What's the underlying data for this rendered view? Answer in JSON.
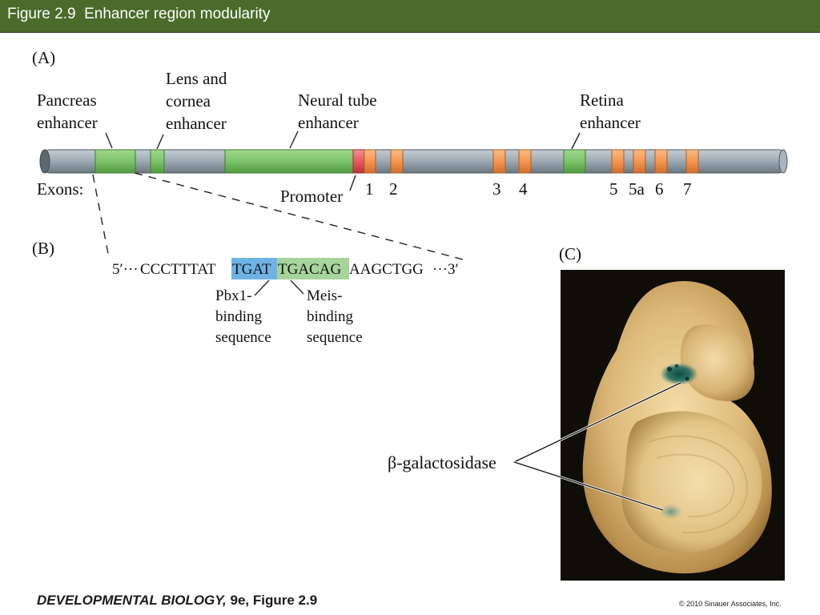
{
  "header": {
    "title": "Figure 2.9  Enhancer region modularity"
  },
  "panel_a": {
    "label": "(A)",
    "enhancers": {
      "pancreas": [
        "Pancreas",
        "enhancer"
      ],
      "lens": [
        "Lens and",
        "cornea",
        "enhancer"
      ],
      "neural": [
        "Neural tube",
        "enhancer"
      ],
      "retina": [
        "Retina",
        "enhancer"
      ]
    },
    "exons_label": "Exons:",
    "promoter_label": "Promoter",
    "exon_numbers": [
      "1",
      "2",
      "3",
      "4",
      "5",
      "5a",
      "6",
      "7"
    ]
  },
  "panel_b": {
    "label": "(B)",
    "five_prime": "5′···",
    "seq_left": "CCCTTTAT",
    "seq_pbx": "TGAT",
    "seq_meis": "TGACAG",
    "seq_right": "AAGCTGG",
    "three_prime": "···3′",
    "pbx_label": [
      "Pbx1-",
      "binding",
      "sequence"
    ],
    "meis_label": [
      "Meis-",
      "binding",
      "sequence"
    ]
  },
  "panel_c": {
    "label": "(C)",
    "stain_label": "β-galactosidase"
  },
  "footer": {
    "book_title": "DEVELOPMENTAL BIOLOGY,",
    "edition": " 9e, Figure 2.9",
    "copyright": "© 2010 Sinauer Associates, Inc."
  },
  "colors": {
    "header_bg": "#4a6b2a",
    "dna_gray": "#98a4ad",
    "enhancer_green": "#7dc36a",
    "exon_orange": "#f39650",
    "promoter_red": "#e45a60",
    "pbx_highlight": "#6fb3e6",
    "meis_highlight": "#a6d49a"
  }
}
